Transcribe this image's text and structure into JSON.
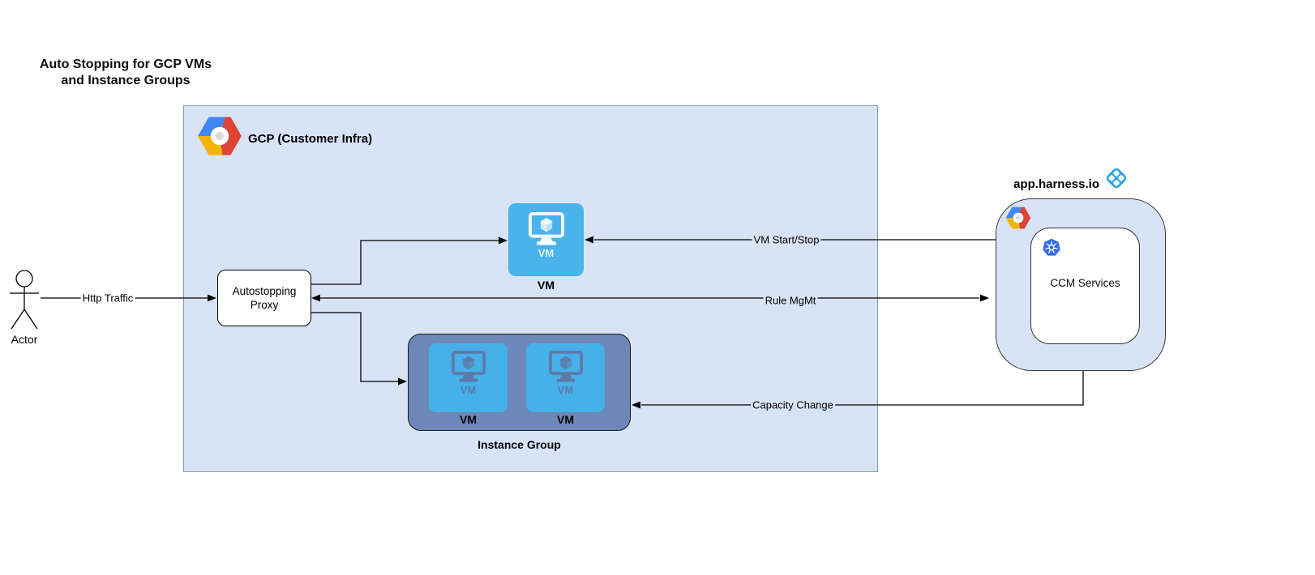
{
  "diagram": {
    "title": {
      "line1": "Auto Stopping for GCP VMs",
      "line2": "and Instance Groups"
    },
    "actor": {
      "label": "Actor"
    },
    "gcp": {
      "label": "GCP (Customer Infra)",
      "logo": "gcp-hexagon-logo"
    },
    "proxy": {
      "line1": "Autostopping",
      "line2": "Proxy"
    },
    "vm": {
      "inner_label": "VM",
      "label": "VM",
      "icon": "vm-monitor-icon"
    },
    "instance_group": {
      "label": "Instance Group",
      "vms": [
        {
          "inner_label": "VM",
          "label": "VM"
        },
        {
          "inner_label": "VM",
          "label": "VM"
        }
      ]
    },
    "harness": {
      "title": "app.harness.io",
      "logo": "harness-logo",
      "gcp_logo": "gcp-hexagon-logo",
      "ccm": {
        "label": "CCM Services",
        "icon": "kubernetes-logo"
      }
    },
    "edges": {
      "http_traffic": {
        "label": "Http Traffic"
      },
      "vm_start_stop": {
        "label": "VM Start/Stop"
      },
      "rule_mgmt": {
        "label": "Rule MgMt"
      },
      "capacity_change": {
        "label": "Capacity Change"
      }
    },
    "colors": {
      "container_fill": "#d9e3f6",
      "container_border": "#7d99c7",
      "vm_blue": "#49b3ea",
      "instance_group_fill": "#6d87b8",
      "in_group_icon": "#5f79a9",
      "harness_blue": "#2ba7e0",
      "kubernetes_blue": "#326ce5",
      "gcp_blue": "#4285f4",
      "gcp_red": "#db4437",
      "gcp_yellow": "#f4b400"
    }
  }
}
